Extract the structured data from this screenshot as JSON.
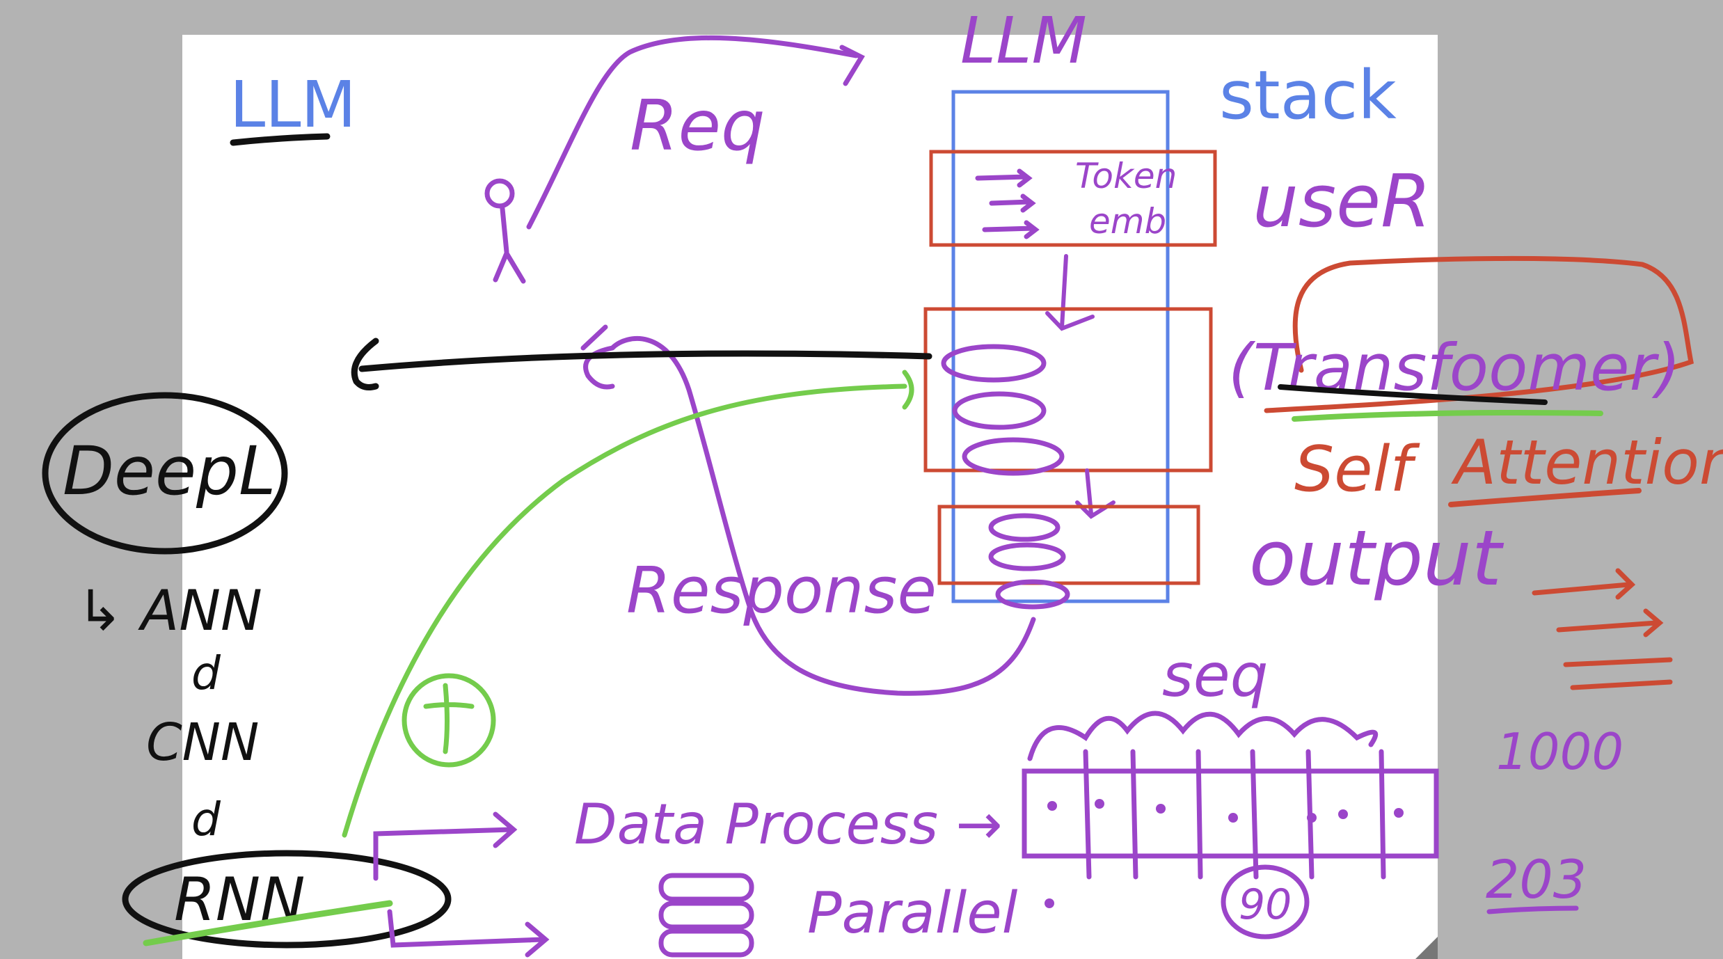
{
  "colors": {
    "outer_background": "#b3b3b3",
    "page": "#ffffff",
    "purple": "#9b45c9",
    "blue": "#5b82e6",
    "black": "#111111",
    "red": "#cc4a33",
    "green": "#74cc4c"
  },
  "labels": {
    "title": "LLM",
    "llm_top": "LLM",
    "stack": "stack",
    "req": "Req",
    "token_emb_1": "Token",
    "token_emb_2": "emb",
    "user": "useR",
    "transformer": "(Transfoomer)",
    "self_attention_1": "Self",
    "self_attention_2": "Attention",
    "output": "output",
    "deepl": "DeepL",
    "ann": "↳ ANN",
    "and_1": "d",
    "cnn": "CNN",
    "and_2": "d",
    "rnn": "RNN",
    "response": "Response",
    "data_process": "Data Process →",
    "parallel": "Parallel",
    "seq": "seq",
    "num_90": "90",
    "num_1000": "1000",
    "num_203": "203"
  }
}
